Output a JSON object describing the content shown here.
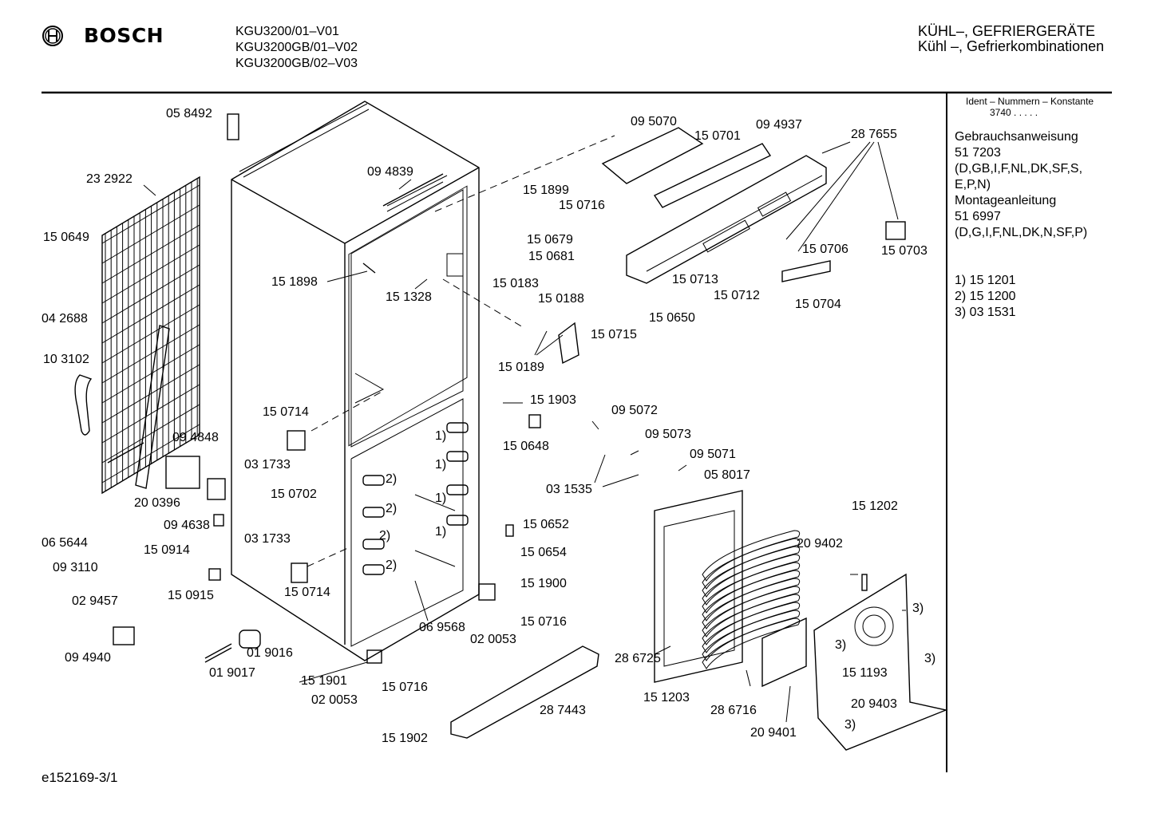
{
  "header": {
    "brand": "BOSCH",
    "models": [
      "KGU3200/01–V01",
      "KGU3200GB/01–V02",
      "KGU3200GB/02–V03"
    ],
    "category_line1": "KÜHL–, GEFRIERGERÄTE",
    "category_line2": "Kühl –, Gefrierkombinationen"
  },
  "sidebar": {
    "ident_label": "Ident – Nummern – Konstante",
    "ident_value": "3740  .  .  .  .  .",
    "manual_lines": [
      "Gebrauchsanweisung",
      "51 7203",
      "(D,GB,I,F,NL,DK,SF,S,",
      "E,P,N)",
      "Montageanleitung",
      "51 6997",
      "(D,G,I,F,NL,DK,N,SF,P)"
    ],
    "footnotes": [
      "1)  15 1201",
      "2)  15 1200",
      "3)  03 1531"
    ]
  },
  "footer": {
    "code": "e152169-3/1"
  },
  "parts": [
    {
      "id": "p1",
      "text": "05 8492"
    },
    {
      "id": "p2",
      "text": "23 2922"
    },
    {
      "id": "p3",
      "text": "09 4839"
    },
    {
      "id": "p4",
      "text": "15 0649"
    },
    {
      "id": "p5",
      "text": "04 2688"
    },
    {
      "id": "p6",
      "text": "15 1898"
    },
    {
      "id": "p7",
      "text": "15 1328"
    },
    {
      "id": "p8",
      "text": "10 3102"
    },
    {
      "id": "p9",
      "text": "15 0714"
    },
    {
      "id": "p10",
      "text": "09 4848"
    },
    {
      "id": "p11",
      "text": "03 1733"
    },
    {
      "id": "p12",
      "text": "20 0396"
    },
    {
      "id": "p13",
      "text": "15 0702"
    },
    {
      "id": "p14",
      "text": "09 4638"
    },
    {
      "id": "p15",
      "text": "06 5644"
    },
    {
      "id": "p16",
      "text": "15 0914"
    },
    {
      "id": "p17",
      "text": "03 1733"
    },
    {
      "id": "p18",
      "text": "09 3110"
    },
    {
      "id": "p19",
      "text": "15 0714"
    },
    {
      "id": "p20",
      "text": "15 0915"
    },
    {
      "id": "p21",
      "text": "02 9457"
    },
    {
      "id": "p22",
      "text": "06 9568"
    },
    {
      "id": "p23",
      "text": "09 4940"
    },
    {
      "id": "p24",
      "text": "01 9016"
    },
    {
      "id": "p25",
      "text": "01 9017"
    },
    {
      "id": "p26",
      "text": "15 1901"
    },
    {
      "id": "p27",
      "text": "15 0716"
    },
    {
      "id": "p28",
      "text": "02 0053"
    },
    {
      "id": "p29",
      "text": "15 1902"
    },
    {
      "id": "p30",
      "text": "28 7443"
    },
    {
      "id": "p31",
      "text": "09 5070"
    },
    {
      "id": "p32",
      "text": "15 0701"
    },
    {
      "id": "p33",
      "text": "09 4937"
    },
    {
      "id": "p34",
      "text": "28 7655"
    },
    {
      "id": "p35",
      "text": "15 1899"
    },
    {
      "id": "p36",
      "text": "15 0716"
    },
    {
      "id": "p37",
      "text": "15 0679"
    },
    {
      "id": "p38",
      "text": "15 0681"
    },
    {
      "id": "p39",
      "text": "15 0706"
    },
    {
      "id": "p40",
      "text": "15 0703"
    },
    {
      "id": "p41",
      "text": "15 0713"
    },
    {
      "id": "p42",
      "text": "15 0712"
    },
    {
      "id": "p43",
      "text": "15 0704"
    },
    {
      "id": "p44",
      "text": "15 0650"
    },
    {
      "id": "p45",
      "text": "15 0183"
    },
    {
      "id": "p46",
      "text": "15 0188"
    },
    {
      "id": "p47",
      "text": "15 0715"
    },
    {
      "id": "p48",
      "text": "15 0189"
    },
    {
      "id": "p49",
      "text": "15 1903"
    },
    {
      "id": "p50",
      "text": "09 5072"
    },
    {
      "id": "p51",
      "text": "15 0648"
    },
    {
      "id": "p52",
      "text": "09 5073"
    },
    {
      "id": "p53",
      "text": "09 5071"
    },
    {
      "id": "p54",
      "text": "03 1535"
    },
    {
      "id": "p55",
      "text": "05 8017"
    },
    {
      "id": "p56",
      "text": "15 1202"
    },
    {
      "id": "p57",
      "text": "15 0652"
    },
    {
      "id": "p58",
      "text": "15 0654"
    },
    {
      "id": "p59",
      "text": "20 9402"
    },
    {
      "id": "p60",
      "text": "15 1900"
    },
    {
      "id": "p61",
      "text": "15 0716"
    },
    {
      "id": "p62",
      "text": "02 0053"
    },
    {
      "id": "p63",
      "text": "3)"
    },
    {
      "id": "p64",
      "text": "3)"
    },
    {
      "id": "p65",
      "text": "3)"
    },
    {
      "id": "p66",
      "text": "15 1193"
    },
    {
      "id": "p67",
      "text": "28 6725"
    },
    {
      "id": "p68",
      "text": "15 1203"
    },
    {
      "id": "p69",
      "text": "28 6716"
    },
    {
      "id": "p70",
      "text": "20 9403"
    },
    {
      "id": "p71",
      "text": "20 9401"
    },
    {
      "id": "p72",
      "text": "3)"
    },
    {
      "id": "p73",
      "text": "1)"
    },
    {
      "id": "p74",
      "text": "1)"
    },
    {
      "id": "p75",
      "text": "1)"
    },
    {
      "id": "p76",
      "text": "2)"
    },
    {
      "id": "p77",
      "text": "2)"
    },
    {
      "id": "p78",
      "text": "2)"
    },
    {
      "id": "p79",
      "text": "2)"
    },
    {
      "id": "p80",
      "text": "1)"
    }
  ]
}
